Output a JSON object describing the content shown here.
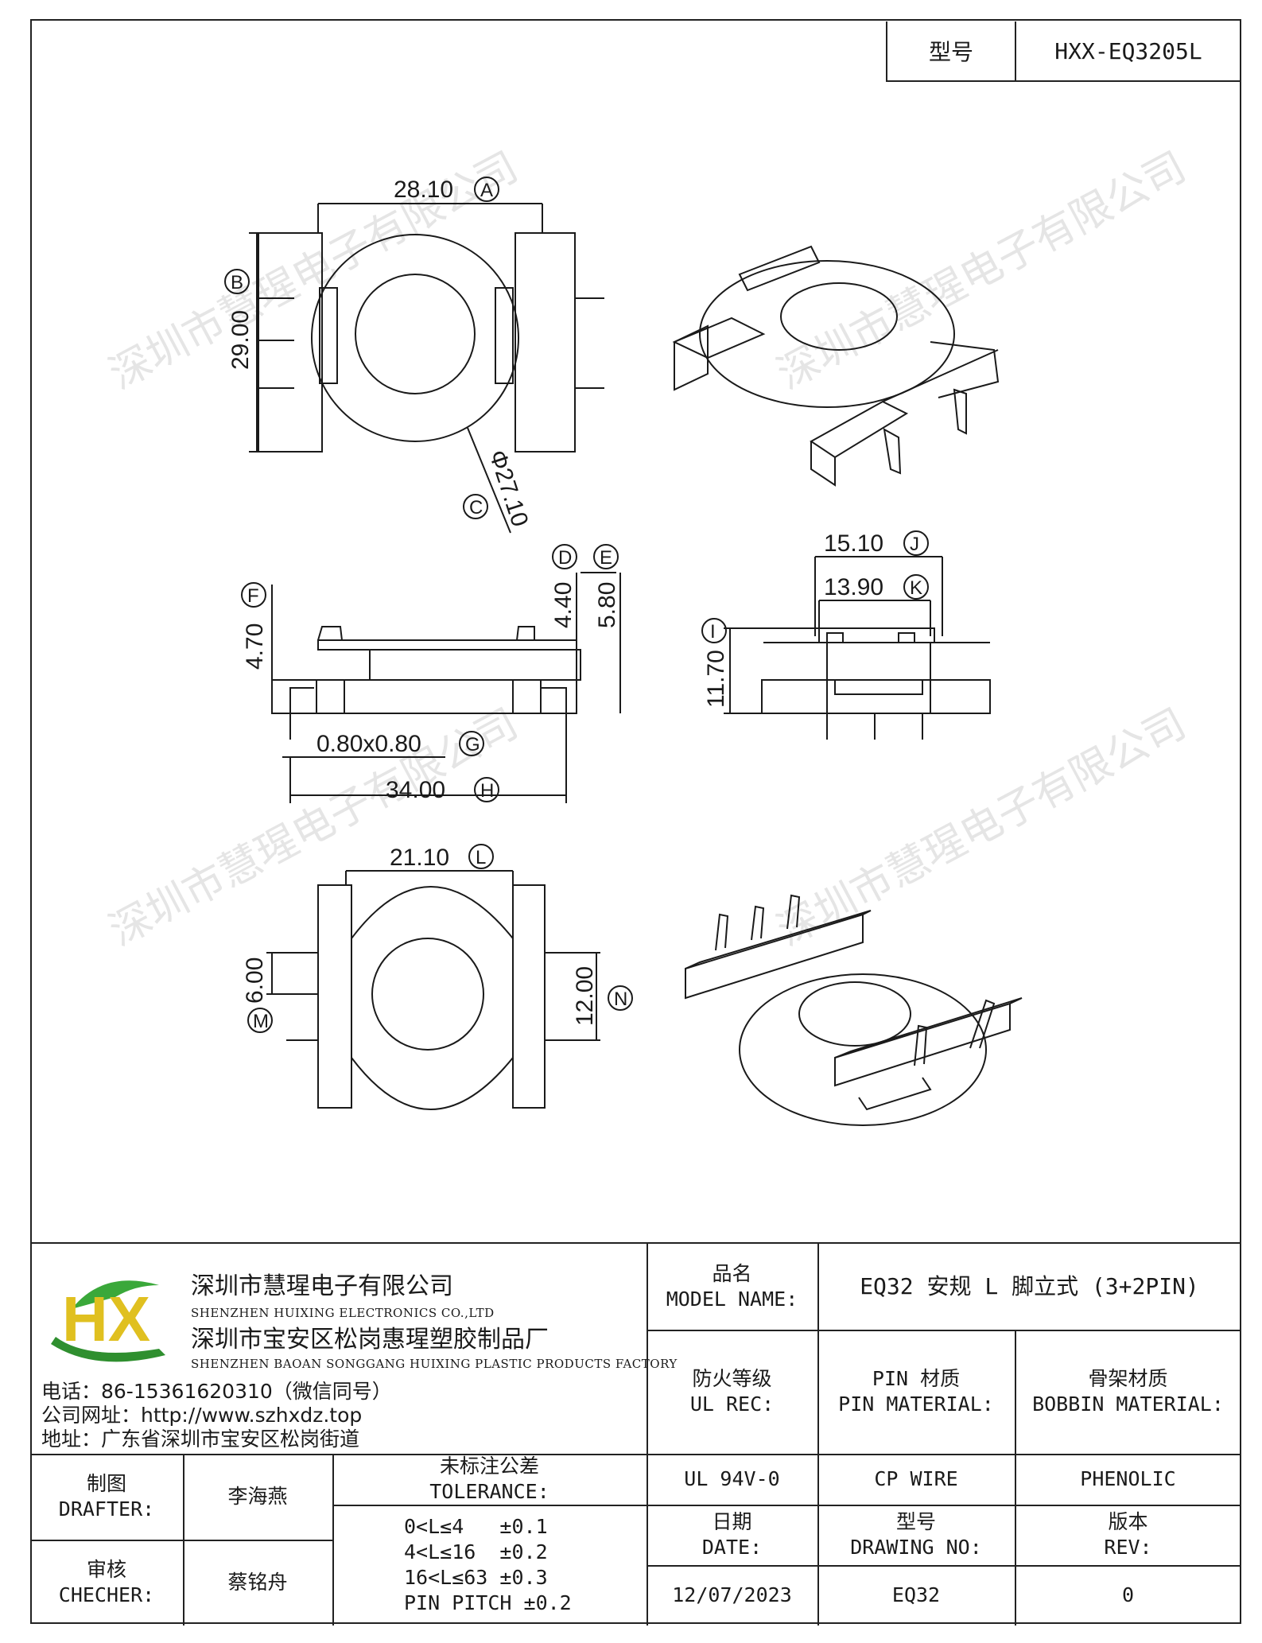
{
  "header": {
    "model_label": "型号",
    "model_value": "HXX-EQ3205L"
  },
  "dimensions": {
    "A": "28.10",
    "B": "29.00",
    "C": "Φ27.10",
    "D": "4.40",
    "E": "5.80",
    "F": "4.70",
    "G": "0.80x0.80",
    "H": "34.00",
    "I": "11.70",
    "J": "15.10",
    "K": "13.90",
    "L": "21.10",
    "M": "6.00",
    "N": "12.00"
  },
  "markers": {
    "A": "A",
    "B": "B",
    "C": "C",
    "D": "D",
    "E": "E",
    "F": "F",
    "G": "G",
    "H": "H",
    "I": "I",
    "J": "J",
    "K": "K",
    "L": "L",
    "M": "M",
    "N": "N"
  },
  "watermark": "深圳市慧瑆电子有限公司",
  "company": {
    "logo_text": "HX",
    "name_cn": "深圳市慧瑆电子有限公司",
    "name_en": "SHENZHEN HUIXING ELECTRONICS CO.,LTD",
    "factory_cn": "深圳市宝安区松岗惠瑆塑胶制品厂",
    "factory_en": "SHENZHEN BAOAN SONGGANG HUIXING PLASTIC PRODUCTS FACTORY",
    "phone": "电话：86-15361620310（微信同号）",
    "website": "公司网址：http://www.szhxdz.top",
    "address": "地址：广东省深圳市宝安区松岗街道"
  },
  "title_block": {
    "model_name_cn": "品名",
    "model_name_en": "MODEL NAME:",
    "model_name_value": "EQ32 安规 L 脚立式 (3+2PIN)",
    "ul_cn": "防火等级",
    "ul_en": "UL REC:",
    "pin_cn": "PIN 材质",
    "pin_en": "PIN MATERIAL:",
    "bobbin_cn": "骨架材质",
    "bobbin_en": "BOBBIN MATERIAL:",
    "ul_value": "UL 94V-0",
    "pin_value": "CP WIRE",
    "bobbin_value": "PHENOLIC",
    "date_cn": "日期",
    "date_en": "DATE:",
    "drawing_cn": "型号",
    "drawing_en": "DRAWING NO:",
    "rev_cn": "版本",
    "rev_en": "REV:",
    "date_value": "12/07/2023",
    "drawing_value": "EQ32",
    "rev_value": "0",
    "drafter_cn": "制图",
    "drafter_en": "DRAFTER:",
    "drafter_value": "李海燕",
    "checker_cn": "审核",
    "checker_en": "CHECHER:",
    "checker_value": "蔡铭舟",
    "tolerance_cn": "未标注公差",
    "tolerance_en": "TOLERANCE:",
    "tol_1": "0<L≤4   ±0.1",
    "tol_2": "4<L≤16  ±0.2",
    "tol_3": "16<L≤63 ±0.3",
    "tol_4": "PIN PITCH ±0.2"
  }
}
